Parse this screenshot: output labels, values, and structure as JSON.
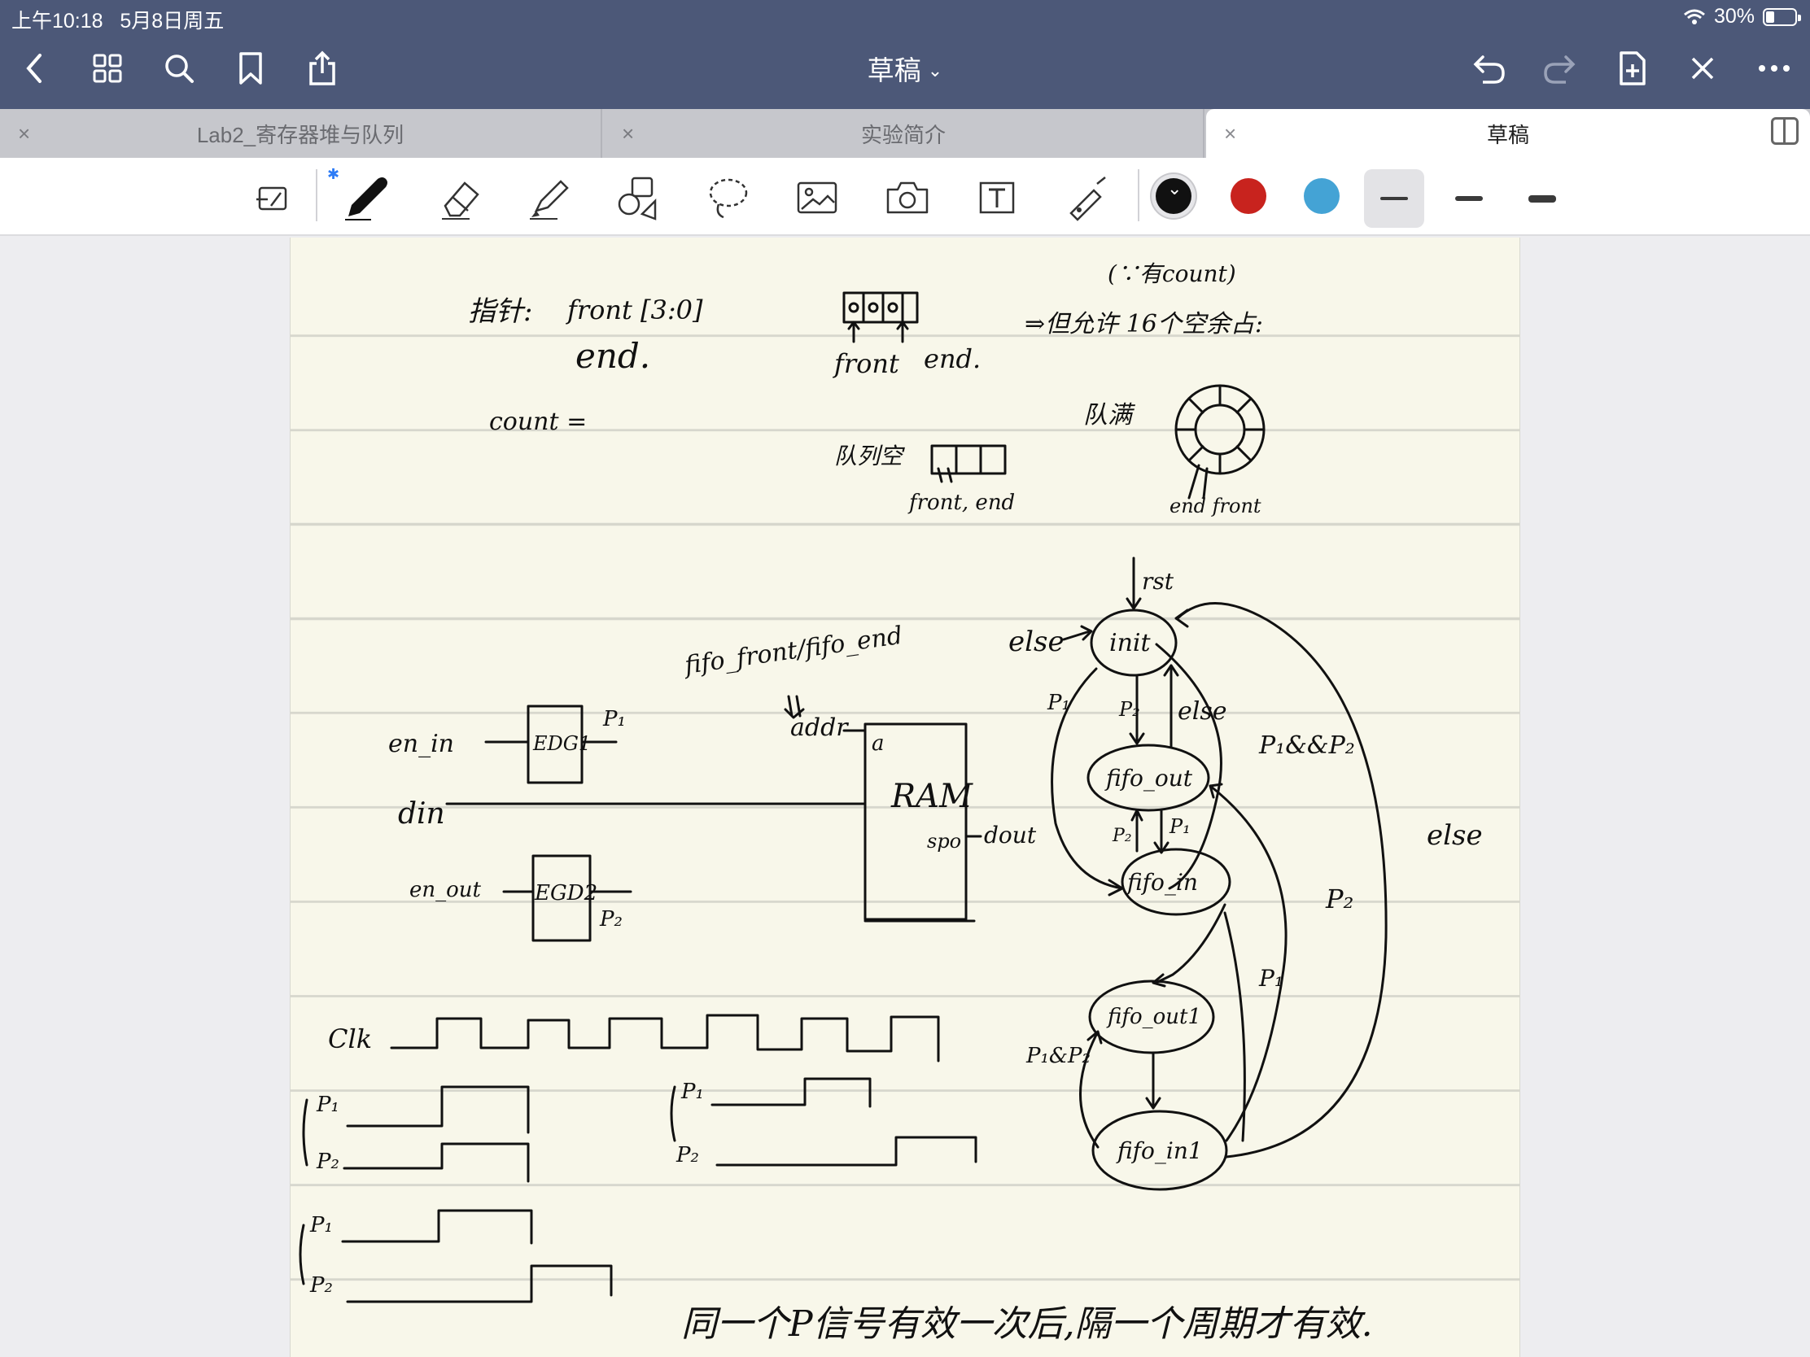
{
  "status_bar": {
    "time": "上午10:18",
    "date": "5月8日周五",
    "battery": "30%",
    "battery_level": 0.3
  },
  "header": {
    "title": "草稿",
    "icons": {
      "back": "chevron-left-icon",
      "thumbnails": "grid-icon",
      "search": "search-icon",
      "bookmark": "bookmark-icon",
      "share": "share-icon",
      "undo": "undo-icon",
      "redo": "redo-icon",
      "add_page": "add-page-icon",
      "disable_tools": "pen-off-icon",
      "more": "more-icon"
    }
  },
  "tabs": [
    {
      "label": "Lab2_寄存器堆与队列",
      "active": false
    },
    {
      "label": "实验简介",
      "active": false
    },
    {
      "label": "草稿",
      "active": true
    }
  ],
  "toolbar": {
    "tools": [
      "lasso-reading-icon",
      "pen-icon",
      "eraser-icon",
      "highlighter-icon",
      "shapes-icon",
      "lasso-icon",
      "image-icon",
      "camera-icon",
      "text-icon",
      "laser-pointer-icon"
    ],
    "colors": [
      "#111111",
      "#c8231e",
      "#44a3d5"
    ],
    "selected_color_index": 0,
    "stroke_widths": [
      "thin",
      "medium",
      "thick"
    ],
    "selected_stroke_index": 0
  },
  "note": {
    "lines": {
      "pointer_label": "指针:",
      "front_range": "front [3:0]",
      "end": "end.",
      "count": "count =",
      "front": "front",
      "end2": "end.",
      "count_note": "(∵有count)",
      "allow_16": "⇒但允许 16个空余占:",
      "queue_empty": "队列空",
      "front_end": "front, end",
      "queue_full": "队满",
      "end_front": "end front",
      "fifo_front_end": "fifo_front/fifo_end",
      "addr": "addr",
      "a": "a",
      "ram": "RAM",
      "spo": "spo",
      "dout": "dout",
      "en_in": "en_in",
      "edg1": "EDG1",
      "p1": "P₁",
      "din": "din",
      "en_out": "en_out",
      "edg2": "EGD2",
      "p2": "P₂",
      "clk": "Clk",
      "rst": "rst",
      "init": "init",
      "fifo_out": "fifo_out",
      "fifo_in": "fifo_in",
      "fifo_out1": "fifo_out1",
      "fifo_in1": "fifo_in1",
      "else": "else",
      "p1p2": "P₁&&P₂",
      "p1p2b": "P₁&P₂",
      "bottom_note": "同一个P信号有效一次后,隔一个周期才有效."
    }
  }
}
